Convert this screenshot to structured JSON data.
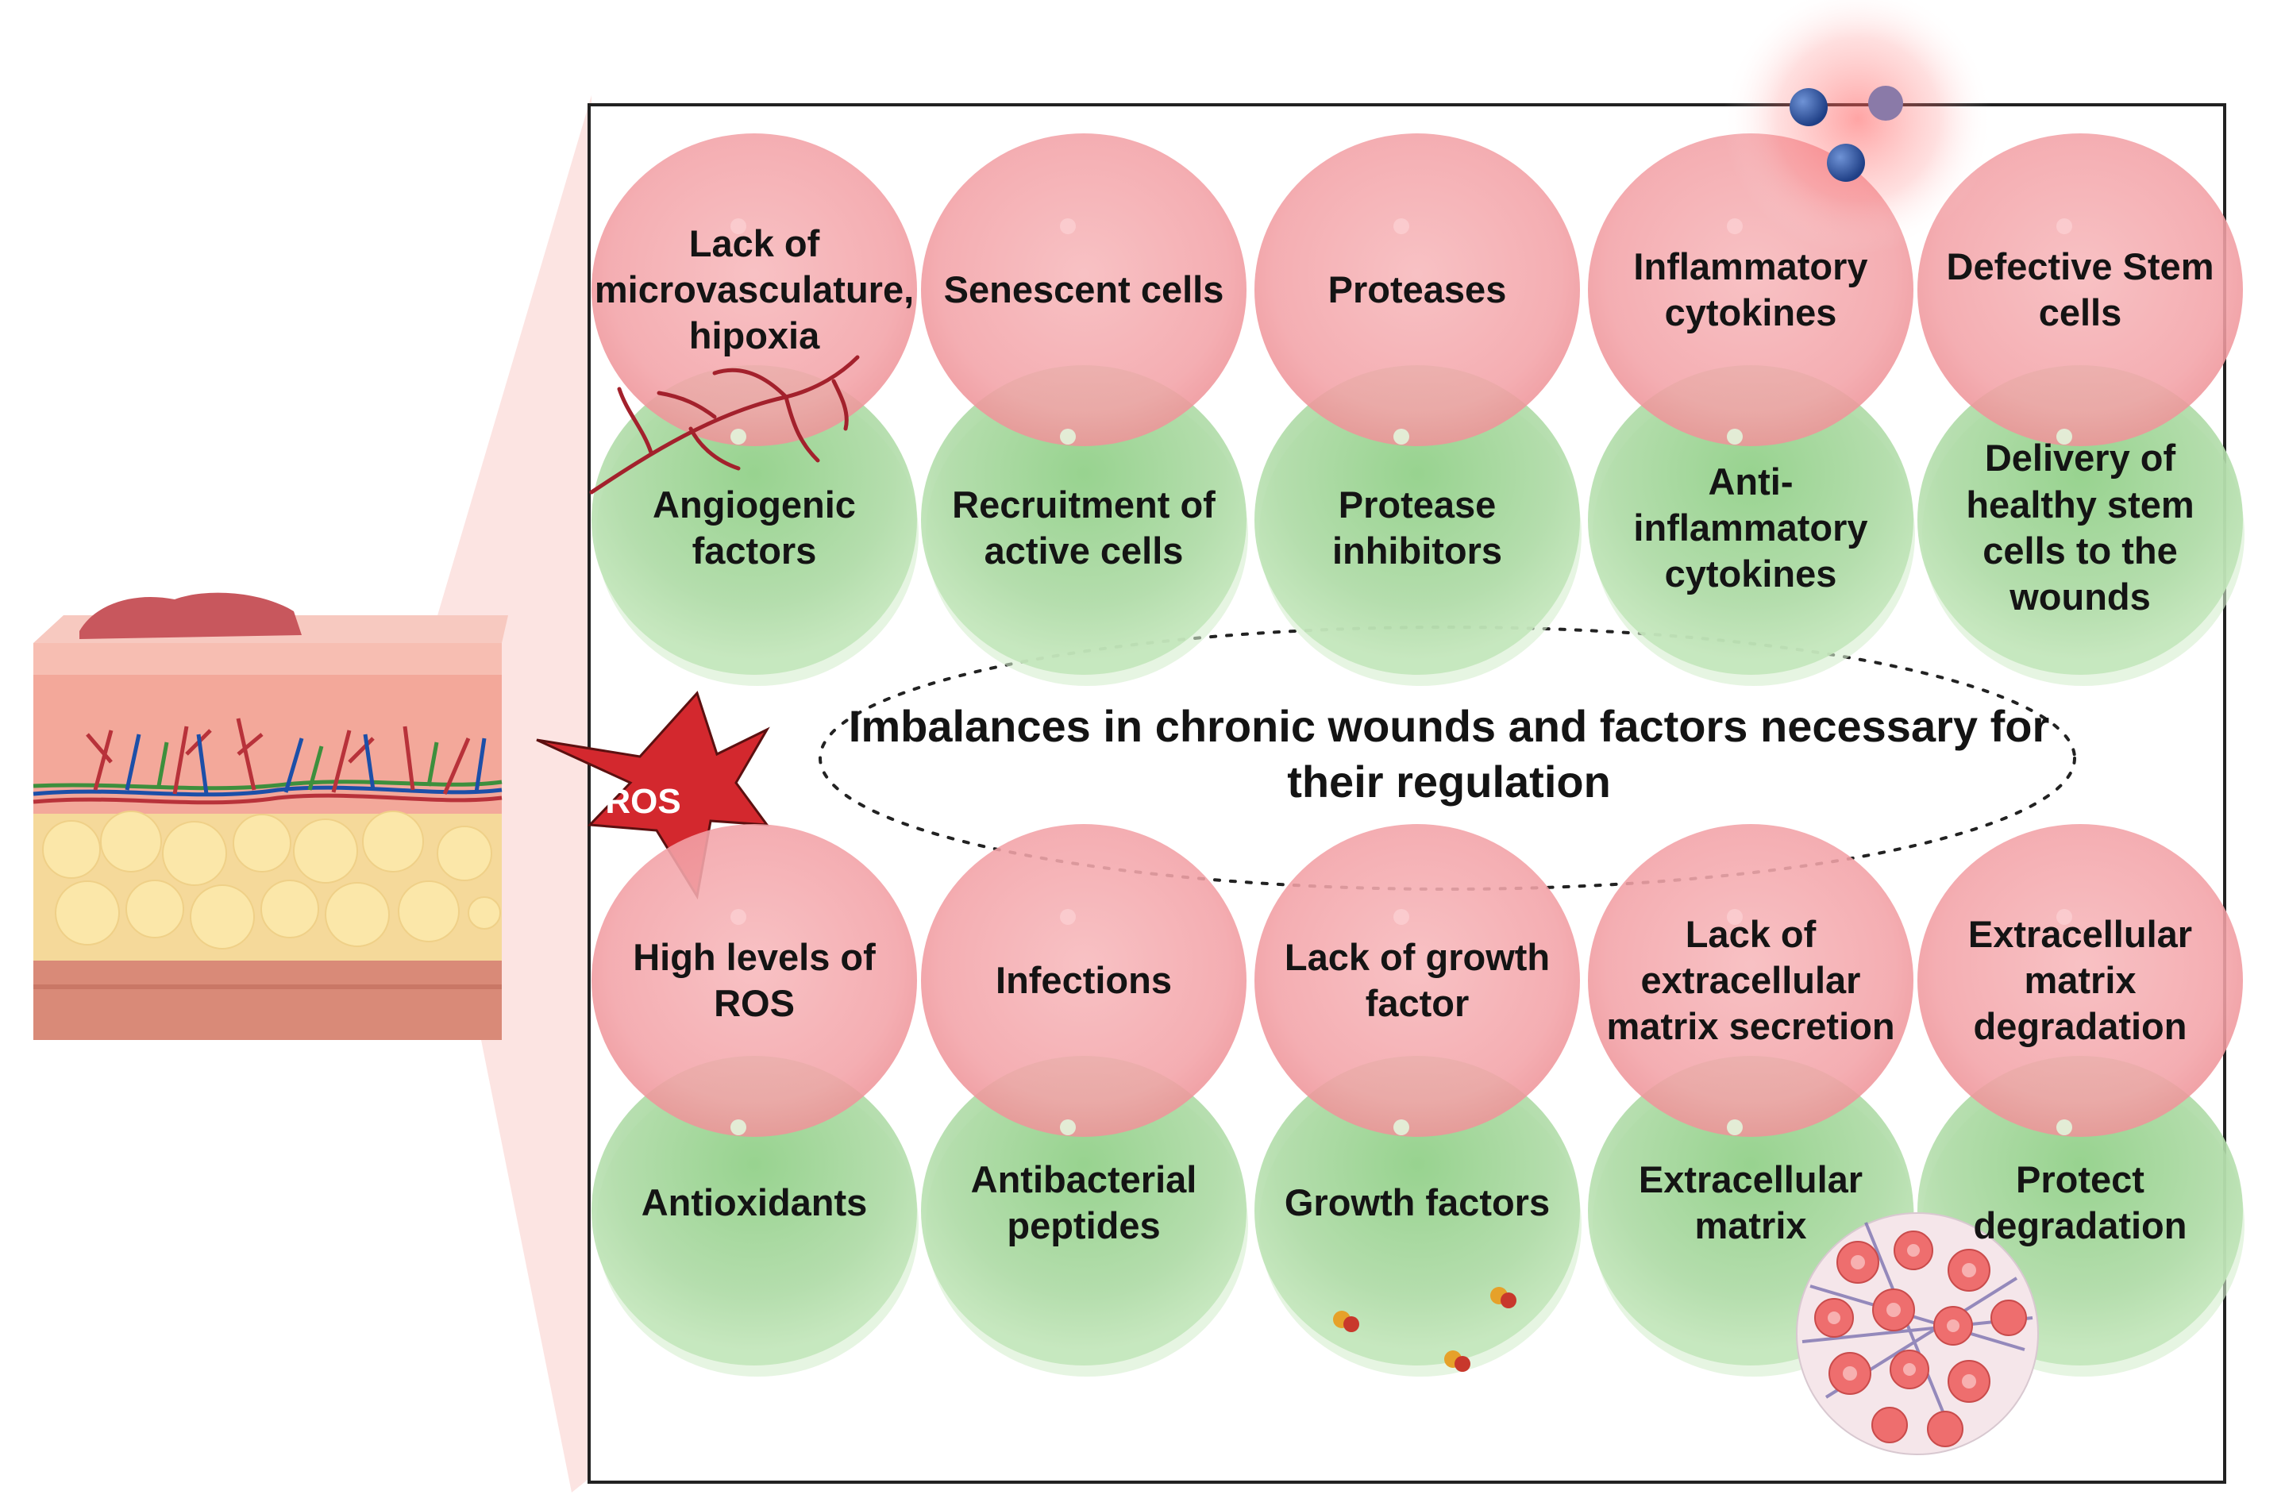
{
  "title": "Imbalances in chronic wounds and factors necessary for their regulation",
  "ros_badge": "ROS",
  "top_row": [
    {
      "problem": "Lack of microvasculature, hipoxia",
      "solution": "Angiogenic factors"
    },
    {
      "problem": "Senescent cells",
      "solution": "Recruitment of active cells"
    },
    {
      "problem": "Proteases",
      "solution": "Protease inhibitors"
    },
    {
      "problem": "Inflammatory cytokines",
      "solution": "Anti-inflammatory cytokines"
    },
    {
      "problem": "Defective Stem cells",
      "solution": "Delivery of healthy stem cells to the wounds"
    }
  ],
  "bottom_row": [
    {
      "problem": "High levels of ROS",
      "solution": "Antioxidants"
    },
    {
      "problem": "Infections",
      "solution": "Antibacterial peptides"
    },
    {
      "problem": "Lack of growth factor",
      "solution": "Growth factors"
    },
    {
      "problem": "Lack of extracellular matrix secretion",
      "solution": "Extracellular matrix"
    },
    {
      "problem": "Extracellular matrix degradation",
      "solution": "Protect degradation"
    }
  ],
  "colors": {
    "problem_fill": "#f4a8ac",
    "solution_fill": "#a9d8a0",
    "ros_star": "#d3282e",
    "frame": "#222222"
  }
}
